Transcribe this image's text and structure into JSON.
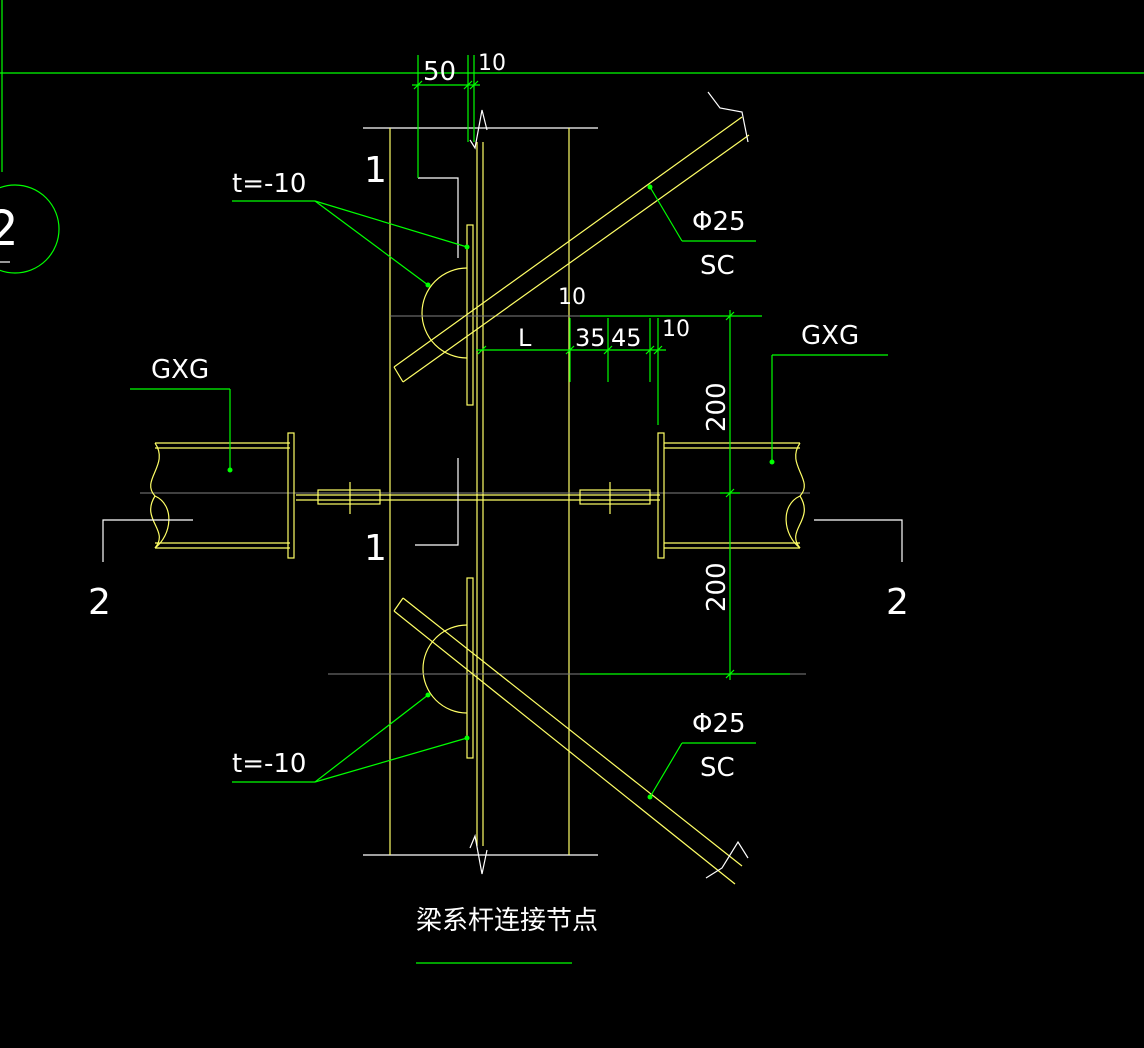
{
  "labels": {
    "dim_50": "50",
    "dim_10_top": "10",
    "dim_10_mid": "10",
    "dim_10_right": "10",
    "dim_L": "L",
    "dim_35": "35",
    "dim_45": "45",
    "dim_200_upper": "200",
    "dim_200_lower": "200",
    "section_1_top": "1",
    "section_1_bottom": "1",
    "section_2_left": "2",
    "section_2_right": "2",
    "plate_top": "t=-10",
    "plate_bottom": "t=-10",
    "rod_top_size": "Φ25",
    "rod_top_type": "SC",
    "rod_bottom_size": "Φ25",
    "rod_bottom_type": "SC",
    "gxg_left": "GXG",
    "gxg_right": "GXG",
    "axis_bubble": "2",
    "title": "梁系杆连接节点"
  },
  "colors": {
    "background": "#000000",
    "leader": "#00ff00",
    "member": "#ffff66",
    "text": "#ffffff",
    "center_line": "#7f7f7f"
  }
}
